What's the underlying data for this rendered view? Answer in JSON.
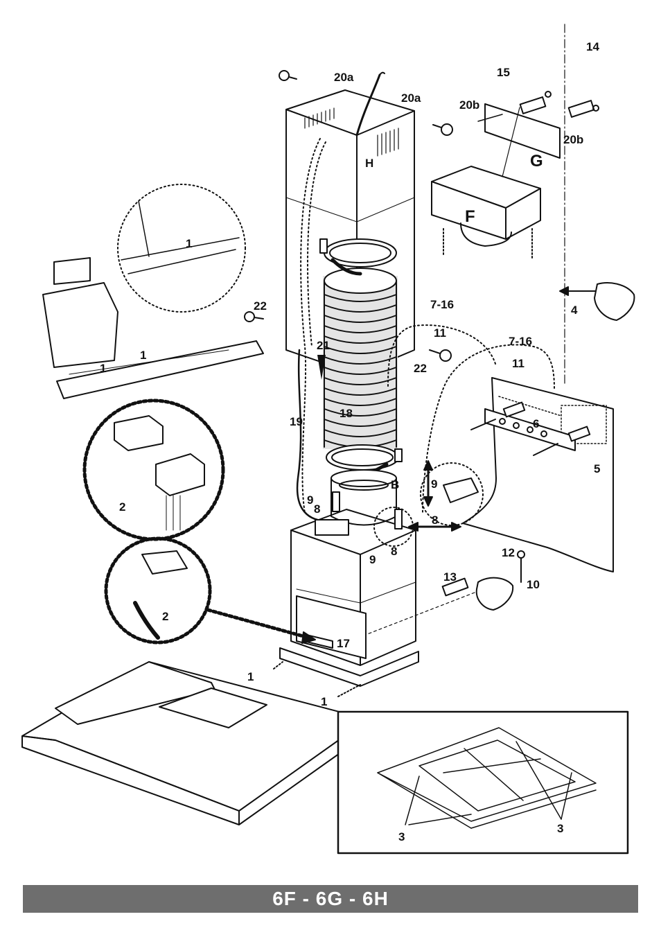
{
  "callouts": {
    "c1": "1",
    "c2": "2",
    "c3": "3",
    "c4": "4",
    "c5": "5",
    "c6": "6",
    "c7_16": "7-16",
    "c8": "8",
    "c9": "9",
    "c10": "10",
    "c11": "11",
    "c12": "12",
    "c13": "13",
    "c14": "14",
    "c15": "15",
    "c17": "17",
    "c18": "18",
    "c19": "19",
    "c20a": "20a",
    "c20b": "20b",
    "c21": "21",
    "c22": "22"
  },
  "letters": {
    "B": "B",
    "F": "F",
    "G": "G",
    "H": "H"
  },
  "footer": {
    "title": "6F - 6G - 6H"
  },
  "colors": {
    "line": "#111111",
    "footer_bg": "#6e6e6e",
    "footer_text": "#ffffff",
    "duct_fill": "#e4e4e4"
  }
}
